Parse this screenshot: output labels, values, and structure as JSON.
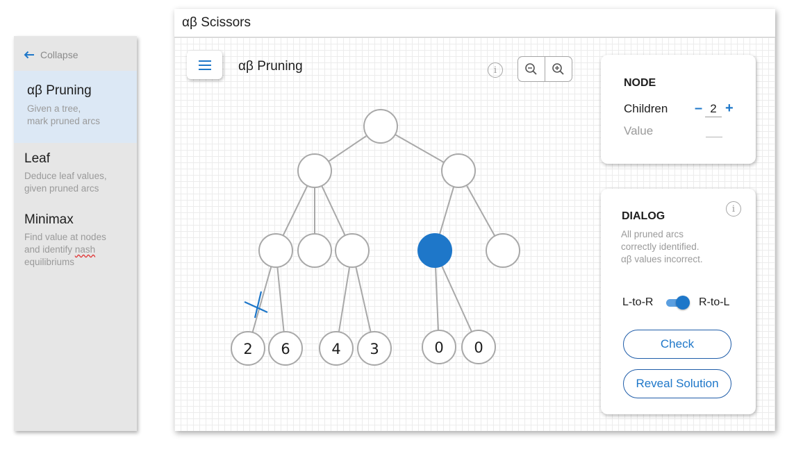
{
  "sidebar": {
    "collapse_label": "Collapse",
    "items": [
      {
        "title": "αβ Pruning",
        "subtitle_lines": [
          "Given a tree,",
          "mark pruned arcs"
        ],
        "active": true
      },
      {
        "title": "Leaf",
        "subtitle_lines": [
          "Deduce leaf values,",
          "given pruned arcs"
        ],
        "active": false
      },
      {
        "title": "Minimax",
        "subtitle_lines": [
          "Find value at nodes",
          "and identify ",
          "equilibriums"
        ],
        "subtitle_flagged_word": "nash",
        "active": false
      }
    ]
  },
  "window": {
    "title": "αβ Scissors"
  },
  "main": {
    "page_title": "αβ Pruning"
  },
  "tree": {
    "leaf_values": [
      "2",
      "6",
      "4",
      "3",
      "0",
      "0"
    ],
    "pruned_arc": "left child of first middle node (leaf 2)",
    "selected_node": "first child of right subtree"
  },
  "node_panel": {
    "heading": "NODE",
    "children_label": "Children",
    "children_value": "2",
    "value_label": "Value",
    "value": ""
  },
  "dialog": {
    "heading": "DIALOG",
    "message_lines": [
      "All pruned arcs",
      "correctly identified.",
      "αβ values incorrect."
    ],
    "toggle_left_label": "L-to-R",
    "toggle_right_label": "R-to-L",
    "toggle_state": "R-to-L",
    "check_label": "Check",
    "reveal_label": "Reveal Solution"
  },
  "colors": {
    "accent": "#1e77c9",
    "sidebar_bg": "#e6e6e6",
    "sidebar_active_bg": "#dce8f5",
    "node_stroke": "#a8a8a8",
    "muted_text": "#9a9a9a"
  },
  "icons": {
    "collapse": "arrow-left-icon",
    "menu": "hamburger-icon",
    "info": "info-icon",
    "zoom_out": "zoom-out-icon",
    "zoom_in": "zoom-in-icon",
    "prune_mark": "cross-mark-icon"
  }
}
